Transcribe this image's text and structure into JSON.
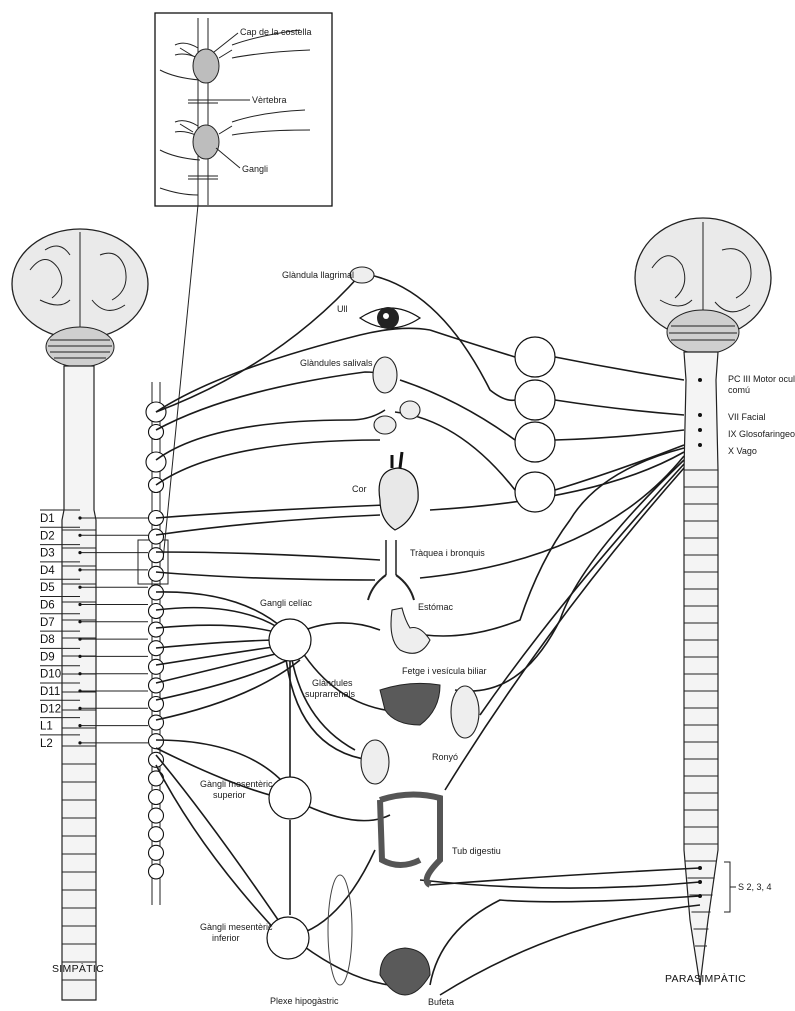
{
  "inset": {
    "labels": {
      "rib_head": "Cap de la costella",
      "vertebra": "Vèrtebra",
      "ganglion": "Gangli"
    }
  },
  "sympathetic": {
    "title": "SIMPÀTIC",
    "segments": [
      "D1",
      "D2",
      "D3",
      "D4",
      "D5",
      "D6",
      "D7",
      "D8",
      "D9",
      "D10",
      "D11",
      "D12",
      "L1",
      "L2"
    ]
  },
  "parasympathetic": {
    "title": "PARASIMPÀTIC",
    "cranial_nerves": {
      "iii_line1": "PC III Motor ocular",
      "iii_line2": "comú",
      "vii": "VII Facial",
      "ix": "IX Glosofaringeo",
      "x": "X Vago"
    },
    "sacral": "S 2, 3, 4"
  },
  "organs": {
    "lacrimal": "Glàndula llagrimal",
    "eye": "Ull",
    "salivary": "Glàndules salivals",
    "heart": "Cor",
    "trachea": "Tràquea i bronquis",
    "stomach": "Estómac",
    "liver": "Fetge i vesícula biliar",
    "adrenal_line1": "Glàndules",
    "adrenal_line2": "suprarrenals",
    "kidney": "Ronyó",
    "gut": "Tub digestiu",
    "bladder": "Bufeta"
  },
  "ganglia": {
    "celiac": "Gangli celíac",
    "sup_mes_line1": "Gàngli mesentèric",
    "sup_mes_line2": "superior",
    "inf_mes_line1": "Gàngli mesentèric",
    "inf_mes_line2": "inferior",
    "hypogastric": "Plexe hipogàstric"
  }
}
